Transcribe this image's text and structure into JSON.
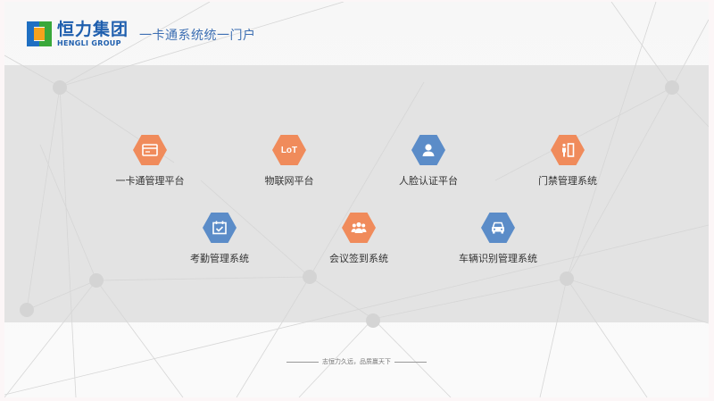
{
  "header": {
    "logo_cn": "恒力集团",
    "logo_en": "HENGLI GROUP",
    "portal_title": "一卡通系统统一门户"
  },
  "systems": [
    {
      "label": "一卡通管理平台",
      "icon": "card-icon",
      "color": "#F08B5B"
    },
    {
      "label": "物联网平台",
      "icon": "iot-icon",
      "icon_text": "LoT",
      "color": "#F08B5B"
    },
    {
      "label": "人脸认证平台",
      "icon": "user-icon",
      "color": "#5B8CC8"
    },
    {
      "label": "门禁管理系统",
      "icon": "door-access-icon",
      "color": "#F08B5B"
    },
    {
      "label": "考勤管理系统",
      "icon": "calendar-check-icon",
      "color": "#5B8CC8"
    },
    {
      "label": "会议签到系统",
      "icon": "group-icon",
      "color": "#F08B5B"
    },
    {
      "label": "车辆识别管理系统",
      "icon": "car-icon",
      "color": "#5B8CC8"
    }
  ],
  "footer": {
    "slogan": "志恒力久远，品质赢天下"
  },
  "colors": {
    "orange": "#F08B5B",
    "blue": "#5B8CC8",
    "brand_blue": "#1F5FAE",
    "band": "#E3E3E3"
  }
}
